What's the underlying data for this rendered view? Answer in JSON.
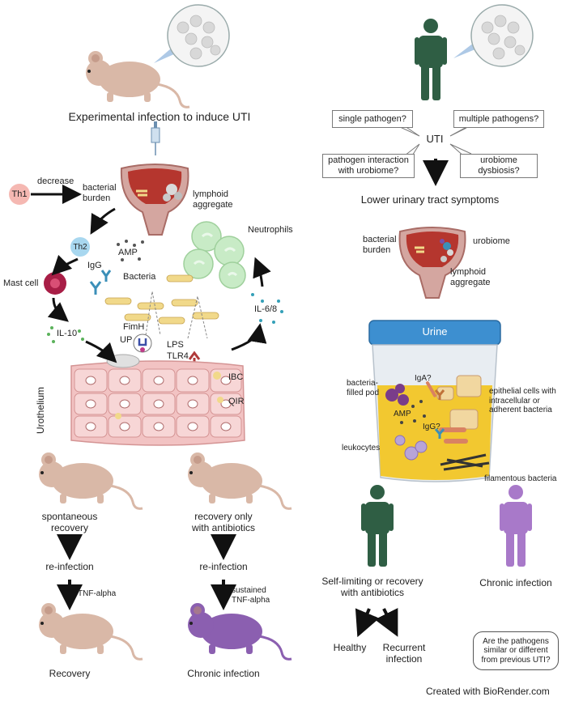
{
  "colors": {
    "mouse": "#d9b8a7",
    "mouse_chronic": "#8b5fb0",
    "person_green": "#2f5e44",
    "person_purple": "#a879c9",
    "urothelium": "#f2c3c3",
    "urine": "#f2c830",
    "neutrophil": "#c8ebc6",
    "bacteria": "#f1d98a"
  },
  "left": {
    "title": "Experimental infection to induce UTI",
    "th1": "Th1",
    "decrease": "decrease",
    "bacterial_burden": "bacterial\nburden",
    "lymphoid_aggregate": "lymphoid\naggregate",
    "th2": "Th2",
    "neutrophils": "Neutrophils",
    "amp": "AMP",
    "igg": "IgG",
    "bacteria": "Bacteria",
    "mast_cell": "Mast cell",
    "il6_8": "IL-6/8",
    "il10": "IL-10",
    "fimh": "FimH",
    "up": "UP",
    "lps": "LPS",
    "tlr4": "TLR4",
    "ibc": "IBC",
    "qir": "QIR",
    "urothelium": "Urothelium",
    "spontaneous_recovery": "spontaneous\nrecovery",
    "recovery_antibiotics": "recovery only\nwith antibiotics",
    "reinfection_a": "re-infection",
    "reinfection_b": "re-infection",
    "tnf_alpha": "TNF-alpha",
    "sustained_tnf": "sustained\nTNF-alpha",
    "recovery": "Recovery",
    "chronic_infection": "Chronic infection"
  },
  "right": {
    "uti": "UTI",
    "single_pathogen": "single pathogen?",
    "multiple_pathogens": "multiple pathogens?",
    "pathogen_interaction": "pathogen interaction\nwith urobiome?",
    "urobiome_dysbiosis": "urobiome\ndysbiosis?",
    "lower_urinary": "Lower urinary tract symptoms",
    "bacterial_burden": "bacterial\nburden",
    "urobiome": "urobiome",
    "lymphoid_aggregate": "lymphoid\naggregate",
    "urine": "Urine",
    "bacteria_filled_pod": "bacteria-\nfilled pod",
    "iga": "IgA?",
    "amp": "AMP",
    "igg": "IgG?",
    "epithelial": "epithelial cells with\nintracellular or\nadherent bacteria",
    "leukocytes": "leukocytes",
    "filamentous": "filamentous bacteria",
    "self_limiting": "Self-limiting or recovery\nwith antibiotics",
    "chronic_infection": "Chronic infection",
    "healthy": "Healthy",
    "recurrent": "Recurrent\ninfection",
    "question": "Are the pathogens\nsimilar or different\nfrom previous UTI?"
  },
  "credit": "Created with BioRender.com"
}
